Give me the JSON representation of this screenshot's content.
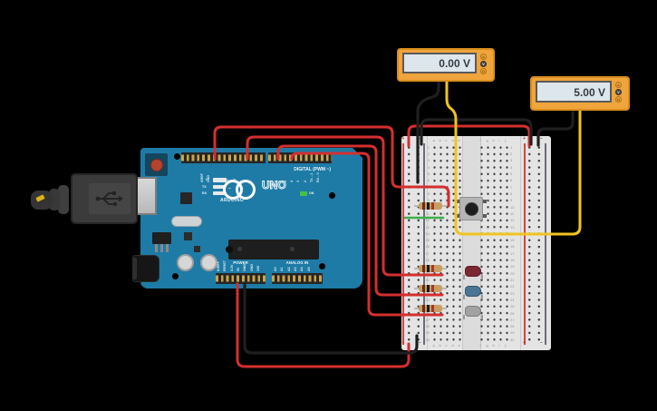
{
  "canvas": {
    "background": "#000000"
  },
  "multimeters": [
    {
      "name": "multimeter-1",
      "reading": "0.00 V",
      "mode_buttons": [
        "A",
        "V",
        "Ω"
      ],
      "active_mode": "V",
      "body_color": "#f0a43c"
    },
    {
      "name": "multimeter-2",
      "reading": "5.00 V",
      "mode_buttons": [
        "A",
        "V",
        "Ω"
      ],
      "active_mode": "V",
      "body_color": "#f0a43c"
    }
  ],
  "arduino": {
    "board_name": "UNO",
    "brand": "ARDUINO",
    "digital_header_label": "DIGITAL (PWM ~)",
    "power_header_label": "POWER",
    "analog_header_label": "ANALOG IN",
    "on_led_label": "ON",
    "status_led_labels": [
      "L",
      "TX",
      "RX"
    ],
    "digital_pins_left": [
      "AREF",
      "GND",
      "13",
      "12",
      "11",
      "10",
      "9",
      "8"
    ],
    "digital_pins_right": [
      "7",
      "6",
      "5",
      "4",
      "3",
      "2",
      "TX→1",
      "RX←0"
    ],
    "power_pins": [
      "IOREF",
      "RESET",
      "3.3V",
      "5V",
      "GND",
      "GND",
      "VIN"
    ],
    "analog_pins": [
      "A0",
      "A1",
      "A2",
      "A3",
      "A4",
      "A5"
    ],
    "board_color": "#1e7ba6",
    "logo_minus": "−",
    "logo_plus": "+"
  },
  "breadboard": {
    "column_letters_left": [
      "a",
      "b",
      "c",
      "d",
      "e"
    ],
    "column_letters_right": [
      "f",
      "g",
      "h",
      "i",
      "j"
    ],
    "row_count": 30,
    "positive_label": "+",
    "negative_label": "−",
    "positive_rail_color": "#d04545",
    "negative_rail_color": "#6b6b7a"
  },
  "components": {
    "resistors": [
      {
        "name": "resistor-1",
        "body_color": "#c79f62",
        "band_colors": [
          "#6e2c17",
          "#191919",
          "#a33a2a"
        ]
      },
      {
        "name": "resistor-2",
        "body_color": "#c79f62",
        "band_colors": [
          "#6e2c17",
          "#191919",
          "#a33a2a"
        ]
      },
      {
        "name": "resistor-3",
        "body_color": "#c79f62",
        "band_colors": [
          "#6e2c17",
          "#191919",
          "#a33a2a"
        ]
      },
      {
        "name": "resistor-4",
        "body_color": "#c79f62",
        "band_colors": [
          "#6e2c17",
          "#191919",
          "#a33a2a"
        ]
      }
    ],
    "leds": [
      {
        "name": "led-red",
        "color_hex": "#7b2833",
        "edge_hex": "#5e1c26"
      },
      {
        "name": "led-blue",
        "color_hex": "#4a7693",
        "edge_hex": "#34566e"
      },
      {
        "name": "led-gray",
        "color_hex": "#a2a2a2",
        "edge_hex": "#7e7e7e"
      }
    ],
    "pushbutton": {
      "name": "pushbutton",
      "base_color": "#b5b5b5",
      "cap_color": "#1d1d1d"
    }
  },
  "wires": [
    {
      "name": "signal-wire-1",
      "color": "red",
      "color_hex": "#d42f2f"
    },
    {
      "name": "signal-wire-2",
      "color": "red",
      "color_hex": "#d42f2f"
    },
    {
      "name": "signal-wire-3",
      "color": "red",
      "color_hex": "#d42f2f"
    },
    {
      "name": "signal-wire-4",
      "color": "red",
      "color_hex": "#d42f2f"
    },
    {
      "name": "positive-rail-bridge",
      "color": "red",
      "color_hex": "#d42f2f"
    },
    {
      "name": "negative-rail-bridge",
      "color": "black",
      "color_hex": "#1f1f1f"
    },
    {
      "name": "multimeter2-negative-lead",
      "color": "black",
      "color_hex": "#1f1f1f"
    },
    {
      "name": "multimeter1-negative-lead",
      "color": "black",
      "color_hex": "#1f1f1f"
    },
    {
      "name": "multimeter1-positive-lead",
      "color": "yellow",
      "color_hex": "#f0c420"
    },
    {
      "name": "multimeter2-positive-lead",
      "color": "yellow",
      "color_hex": "#f0c420"
    },
    {
      "name": "green-jumper",
      "color": "green",
      "color_hex": "#3fae4c"
    },
    {
      "name": "power-5v-wire",
      "color": "red",
      "color_hex": "#d42f2f"
    },
    {
      "name": "gnd-wire",
      "color": "black",
      "color_hex": "#1f1f1f"
    }
  ]
}
